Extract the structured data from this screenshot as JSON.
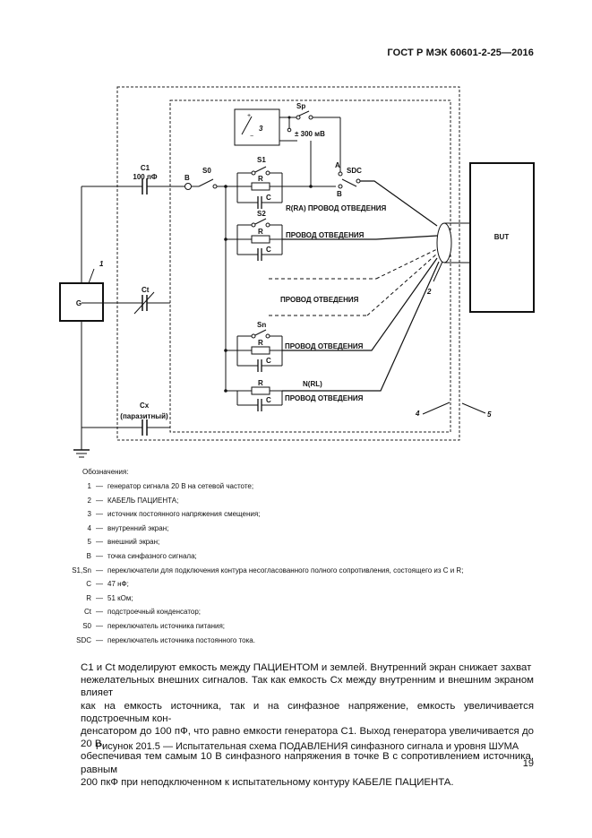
{
  "header": {
    "standard": "ГОСТ Р МЭК 60601-2-25—2016"
  },
  "diagram": {
    "g_box": "G",
    "but_box": "BUT",
    "dc_source": "3",
    "c1_label": "C1",
    "c1_value": "100 пФ",
    "ct_label": "Ct",
    "cx_label": "Cx",
    "cx_note": "(паразитный)",
    "point_b": "B",
    "s0": "S0",
    "s1": "S1",
    "s2": "S2",
    "sn": "Sn",
    "r": "R",
    "c": "C",
    "sp": "Sp",
    "plus_minus_300": "± 300 мВ",
    "a": "A",
    "b_small": "B",
    "sdc": "SDC",
    "lead_ra": "R(RA) ПРОВОД ОТВЕДЕНИЯ",
    "lead_2": "ПРОВОД ОТВЕДЕНИЯ",
    "lead_3": "ПРОВОД ОТВЕДЕНИЯ",
    "lead_n": "ПРОВОД ОТВЕДЕНИЯ",
    "rl": "N(RL)",
    "lead_rl": "ПРОВОД ОТВЕДЕНИЯ",
    "num1": "1",
    "num2": "2",
    "num4": "4",
    "num5": "5"
  },
  "legend": {
    "title": "Обозначения:",
    "items": [
      {
        "sym": "1",
        "dash": "—",
        "text": "генератор сигнала 20 В на сетевой частоте;"
      },
      {
        "sym": "2",
        "dash": "—",
        "text": "КАБЕЛЬ ПАЦИЕНТА;"
      },
      {
        "sym": "3",
        "dash": "—",
        "text": "источник постоянного напряжения смещения;"
      },
      {
        "sym": "4",
        "dash": "—",
        "text": "внутренний экран;"
      },
      {
        "sym": "5",
        "dash": "—",
        "text": "внешний экран;"
      },
      {
        "sym": "B",
        "dash": "—",
        "text": "точка синфазного сигнала;"
      },
      {
        "sym": "S1,Sn",
        "dash": "—",
        "text": "переключатели для подключения контура несогласованного полного сопротивления, состоящего из С и R;"
      },
      {
        "sym": "C",
        "dash": "—",
        "text": "47 нФ;"
      },
      {
        "sym": "R",
        "dash": "—",
        "text": "51 кОм;"
      },
      {
        "sym": "Ct",
        "dash": "—",
        "text": "подстроечный конденсатор;"
      },
      {
        "sym": "S0",
        "dash": "—",
        "text": "переключатель источника питания;"
      },
      {
        "sym": "SDC",
        "dash": "—",
        "text": "переключатель источника постоянного тока."
      }
    ]
  },
  "paragraph": {
    "lines": [
      "С1 и Сt моделируют емкость между ПАЦИЕНТОМ и землей. Внутренний экран снижает захват",
      "нежелательных внешних сигналов. Так как емкость Сx между внутренним и внешним экраном влияет",
      "как на емкость источника, так и на синфазное напряжение, емкость увеличивается подстроечным кон-",
      "денсатором до 100 пФ, что равно емкости генератора С1. Выход генератора увеличивается до 20 В,",
      "обеспечивая тем самым 10 В синфазного напряжения в точке В с сопротивлением источника, равным",
      "200 пкФ при неподключенном к испытательному контуру КАБЕЛЕ ПАЦИЕНТА."
    ]
  },
  "caption": "Рисунок 201.5 — Испытательная схема ПОДАВЛЕНИЯ синфазного сигнала и уровня ШУМА",
  "page_number": "19"
}
